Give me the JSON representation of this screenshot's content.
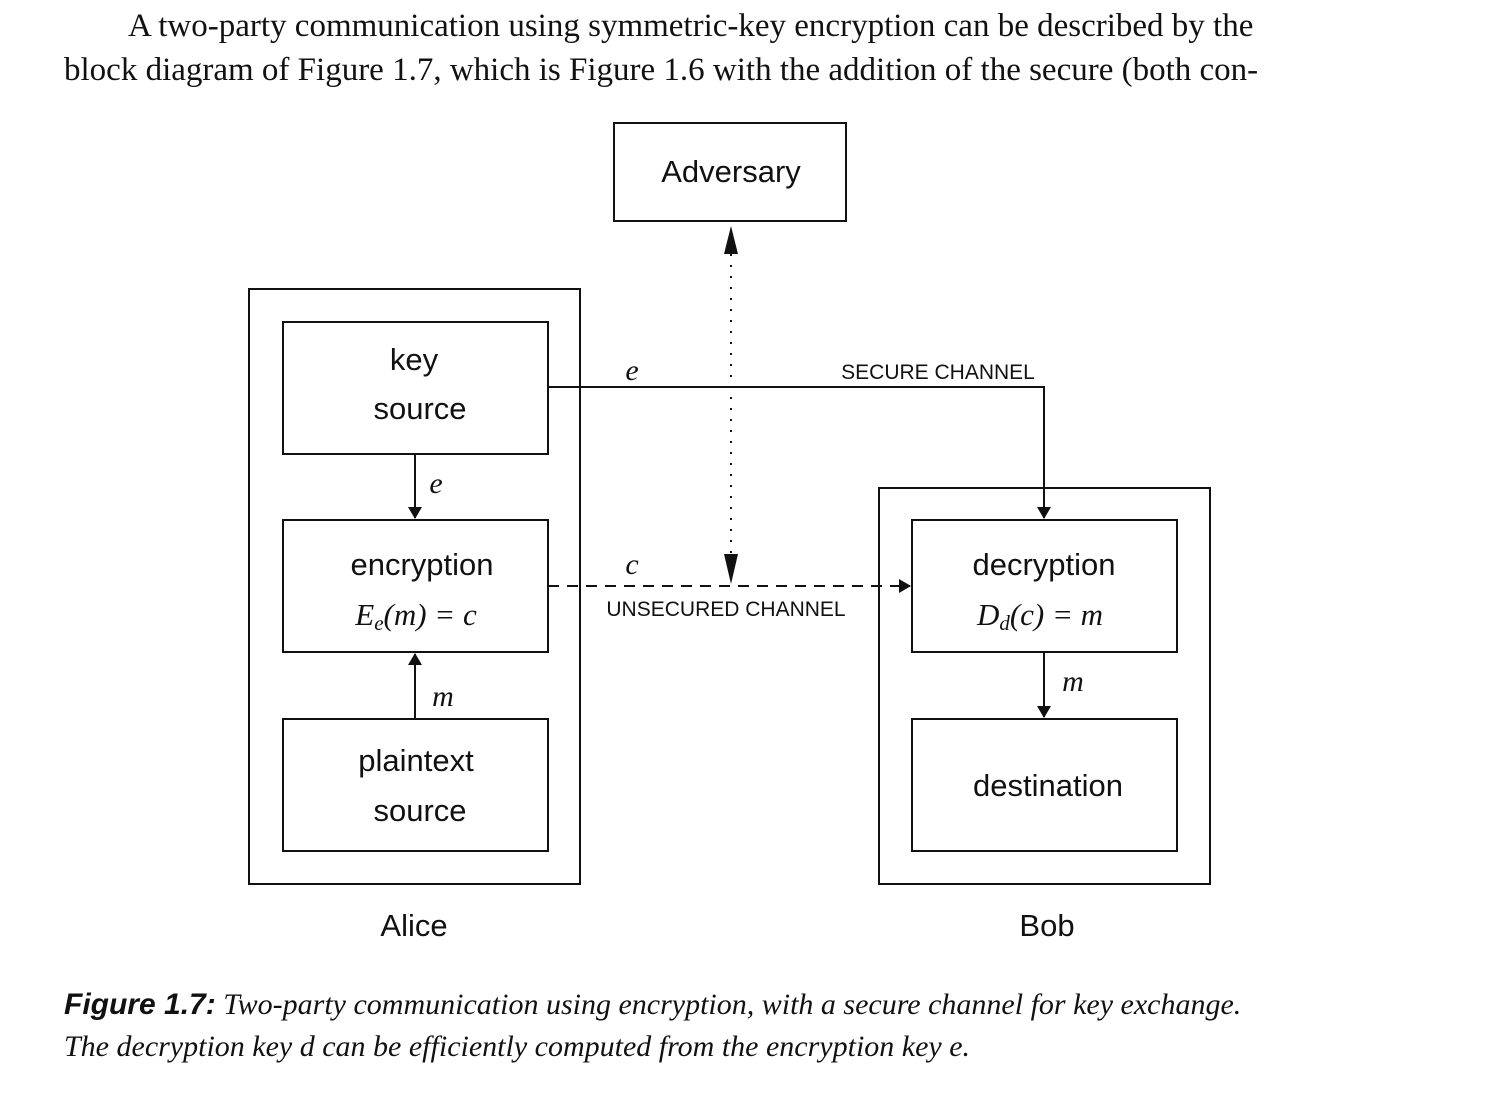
{
  "paragraph": {
    "line1": "A two-party communication using symmetric-key encryption can be described by the",
    "line2": "block diagram of Figure 1.7, which is Figure 1.6 with the addition of the secure (both con-"
  },
  "diagram": {
    "adversary": "Adversary",
    "key_source": {
      "line1": "key",
      "line2": "source"
    },
    "encryption": {
      "title": "encryption",
      "formula_E": "E",
      "formula_sub": "e",
      "formula_rest": "(m) = c"
    },
    "plaintext_source": {
      "line1": "plaintext",
      "line2": "source"
    },
    "decryption": {
      "title": "decryption",
      "formula_D": "D",
      "formula_sub": "d",
      "formula_rest": "(c) = m"
    },
    "destination": "destination",
    "alice": "Alice",
    "bob": "Bob",
    "secure_channel": "SECURE CHANNEL",
    "unsecured_channel": "UNSECURED CHANNEL",
    "edge_labels": {
      "key_to_channel": "e",
      "key_to_encryption": "e",
      "plaintext_to_encryption": "m",
      "ciphertext": "c",
      "decryption_to_destination": "m"
    }
  },
  "caption": {
    "label": "Figure 1.7:",
    "line1": " Two-party communication using encryption, with a secure channel for key exchange.",
    "line2": "The decryption key d can be efficiently computed from the encryption key e."
  }
}
